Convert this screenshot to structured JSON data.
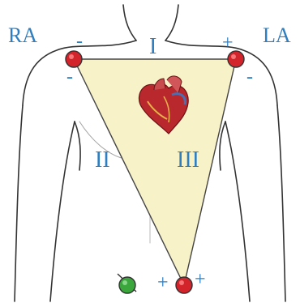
{
  "diagram": {
    "limbs": {
      "right_arm": "RA",
      "left_arm": "LA"
    },
    "leads": {
      "lead_1": "I",
      "lead_2": "II",
      "lead_3": "III"
    },
    "signs": {
      "ra_top": "-",
      "ra_bottom": "-",
      "la_top": "+",
      "la_bottom": "-",
      "ll_left": "+",
      "ll_right": "+"
    },
    "colors": {
      "label": "#2e7fc2",
      "triangle_fill": "#f8f2c9",
      "electrode_red": "#d3242b",
      "electrode_green": "#3aa63c",
      "outline": "#333333"
    },
    "icons": {
      "heart": "heart-icon"
    }
  }
}
